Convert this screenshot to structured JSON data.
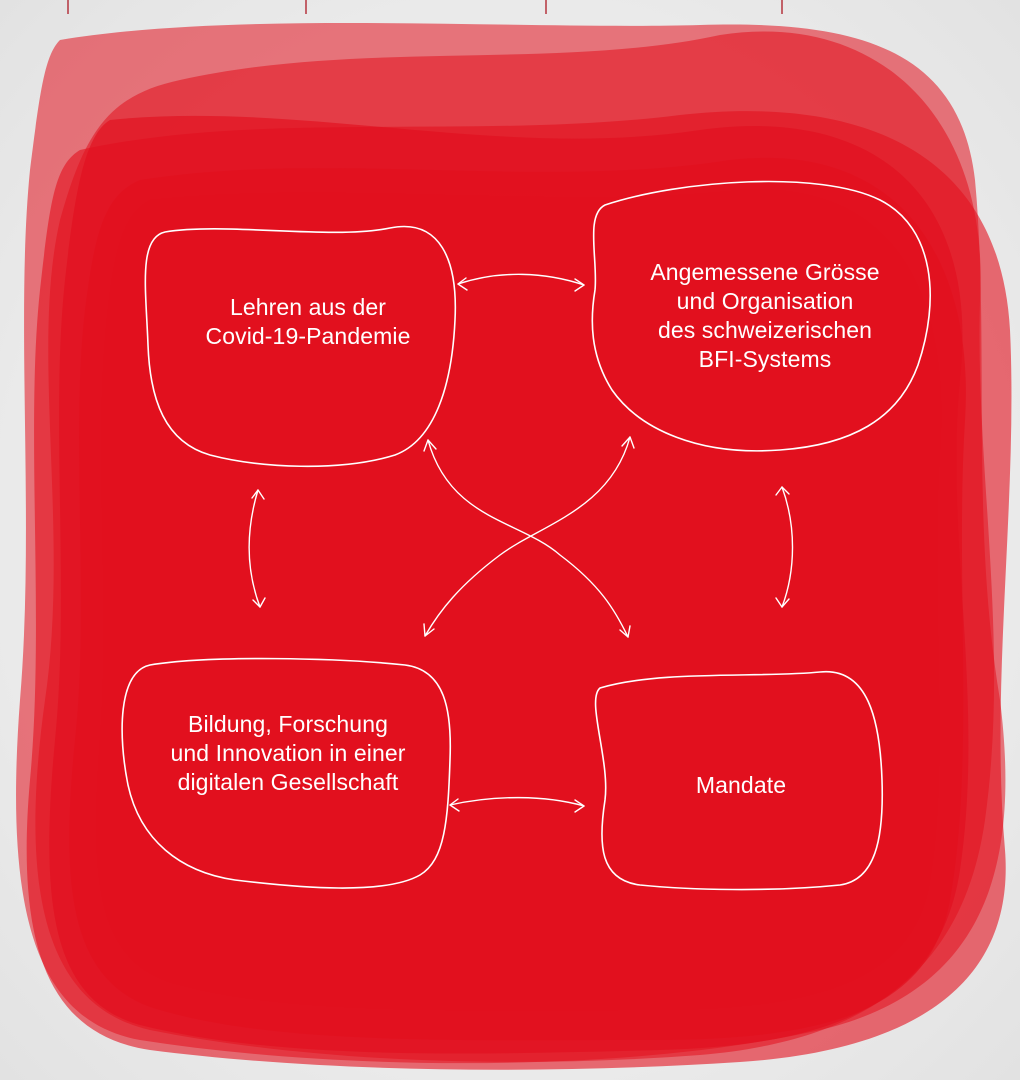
{
  "colors": {
    "background": "#efefef",
    "blob_red": "#e2101e",
    "outline": "#ffffff",
    "hang_line": "#b5343e"
  },
  "nodes": {
    "top_left": {
      "label": "Lehren aus der\nCovid-19-Pandemie"
    },
    "top_right": {
      "label": "Angemessene Grösse\nund Organisation\ndes schweizerischen\nBFI-Systems"
    },
    "bottom_left": {
      "label": "Bildung, Forschung\nund Innovation in einer\ndigitalen Gesellschaft"
    },
    "bottom_right": {
      "label": "Mandate"
    }
  },
  "connections": [
    {
      "from": "top_left",
      "to": "top_right",
      "bidirectional": true
    },
    {
      "from": "top_left",
      "to": "bottom_left",
      "bidirectional": true
    },
    {
      "from": "top_right",
      "to": "bottom_right",
      "bidirectional": true
    },
    {
      "from": "bottom_left",
      "to": "bottom_right",
      "bidirectional": true
    },
    {
      "from": "top_left",
      "to": "bottom_right",
      "bidirectional": true
    },
    {
      "from": "top_right",
      "to": "bottom_left",
      "bidirectional": true
    }
  ]
}
